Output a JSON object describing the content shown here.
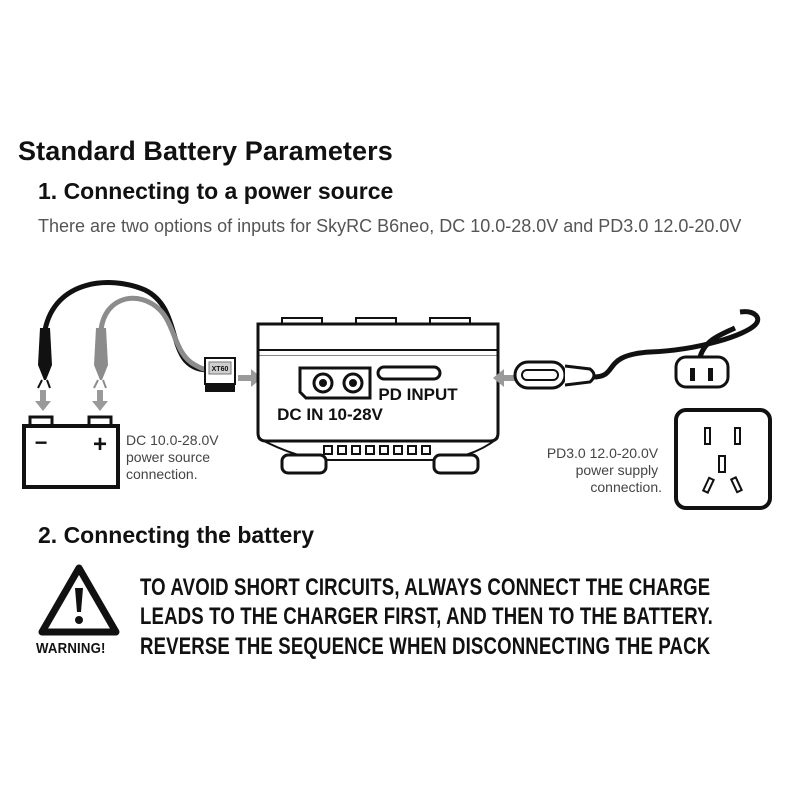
{
  "title": "Standard Battery Parameters",
  "section1": {
    "heading": "1. Connecting to a power source",
    "description": "There are two options of inputs for SkyRC B6neo, DC 10.0-28.0V and PD3.0 12.0-20.0V"
  },
  "diagram": {
    "battery_minus": "−",
    "battery_plus": "+",
    "dc_caption": [
      "DC 10.0-28.0V",
      "power source",
      "connection."
    ],
    "pd_caption": [
      "PD3.0 12.0-20.0V",
      "power supply",
      "connection."
    ],
    "dc_port_label": "DC IN 10-28V",
    "pd_port_label": "PD INPUT",
    "xt60_mark": "XT60"
  },
  "section2": {
    "heading": "2. Connecting the battery",
    "warning_label": "WARNING!",
    "warning_lines": [
      "TO AVOID SHORT CIRCUITS, ALWAYS CONNECT THE CHARGE",
      "LEADS TO THE CHARGER FIRST, AND THEN TO THE BATTERY.",
      "REVERSE THE SEQUENCE WHEN DISCONNECTING THE PACK"
    ]
  },
  "colors": {
    "text": "#111111",
    "caption": "#444444",
    "arrow": "#9a9a9a",
    "cable_gray": "#8c8c8c"
  }
}
